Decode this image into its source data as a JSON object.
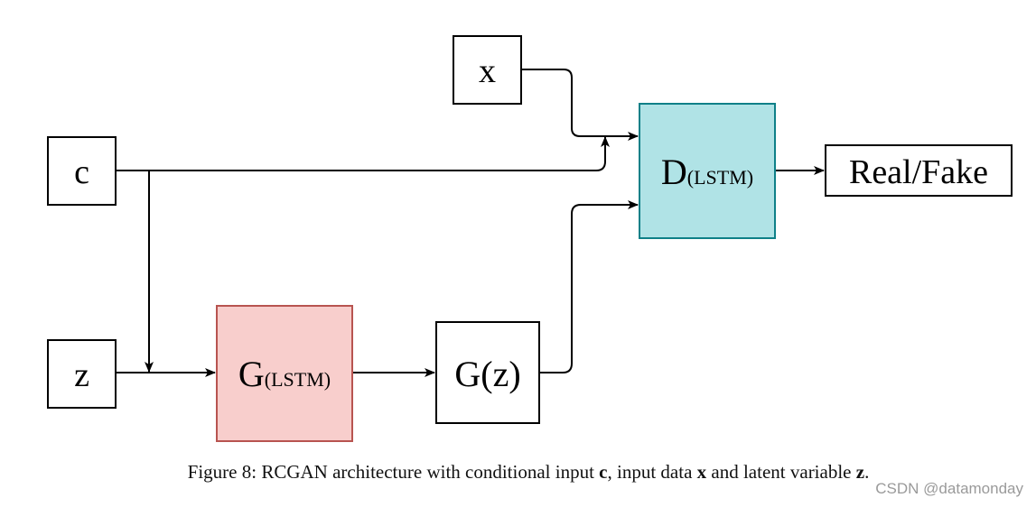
{
  "nodes": {
    "x": {
      "label": "x"
    },
    "c": {
      "label": "c"
    },
    "z": {
      "label": "z"
    },
    "generator": {
      "label": "G",
      "sub": "(LSTM)",
      "fill": "#f8cecc",
      "stroke": "#b85450"
    },
    "gz": {
      "label": "G(z)"
    },
    "discriminator": {
      "label": "D",
      "sub": "(LSTM)",
      "fill": "#b0e3e6",
      "stroke": "#0e8088"
    },
    "output": {
      "label": "Real/Fake"
    }
  },
  "caption": {
    "prefix": "Figure 8: RCGAN architecture with conditional input ",
    "c": "c",
    "mid1": ", input data ",
    "x": "x",
    "mid2": " and latent variable ",
    "z": "z",
    "end": "."
  },
  "watermark": "CSDN @datamonday"
}
